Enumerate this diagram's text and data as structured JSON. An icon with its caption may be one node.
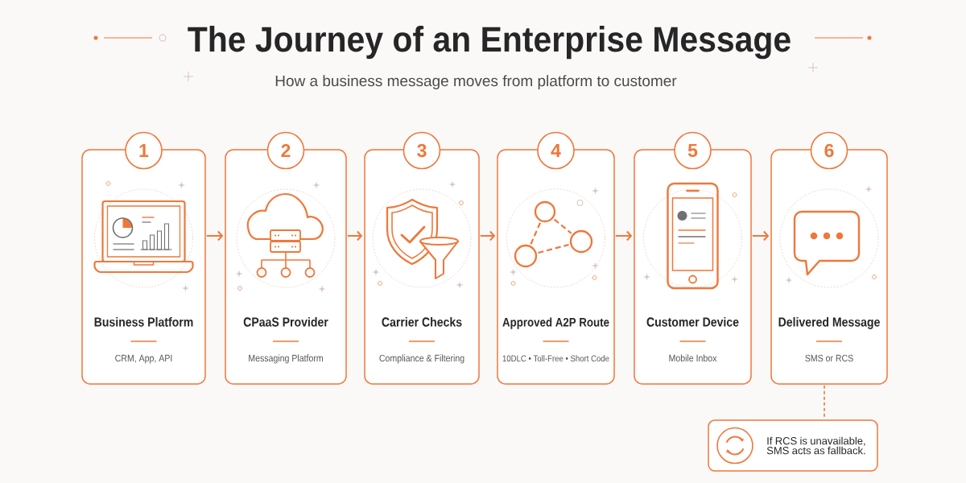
{
  "diagram": {
    "title": "The Journey of an Enterprise Message",
    "nodes": [
      {
        "text": [
          "1"
        ]
      },
      {
        "text": [
          "Business Platform",
          "CRM, App, API"
        ]
      },
      {
        "text": [
          "2"
        ]
      },
      {
        "text": [
          "CPaaS Provider",
          "Messaging Platform"
        ]
      },
      {
        "text": [
          "3"
        ]
      },
      {
        "text": [
          "Carrier Checks",
          "Compliance & Filtering"
        ]
      },
      {
        "text": [
          "4"
        ]
      },
      {
        "text": [
          "Approved A2P Route",
          "10DLC • Toll-Free • Short Code"
        ]
      },
      {
        "text": [
          "5"
        ]
      },
      {
        "text": [
          "Customer Device",
          "Mobile Inbox"
        ]
      },
      {
        "text": [
          "6"
        ]
      },
      {
        "text": [
          "Delivered Message",
          "SMS or RCS"
        ]
      },
      {
        "text": [
          "If RCS is unavailable, SMS acts as fallback."
        ]
      }
    ],
    "edges": [
      {
        "from": 1,
        "to": 3,
        "arrow": "to"
      },
      {
        "from": 3,
        "to": 5,
        "arrow": "to"
      },
      {
        "from": 5,
        "to": 7,
        "arrow": "to"
      },
      {
        "from": 7,
        "to": 9,
        "arrow": "to"
      },
      {
        "from": 9,
        "to": 11,
        "arrow": "to"
      },
      {
        "from": 11,
        "to": 12,
        "arrow": "none",
        "style": "dashed"
      }
    ],
    "labels": [
      "How a business message moves from platform to customer"
    ]
  }
}
